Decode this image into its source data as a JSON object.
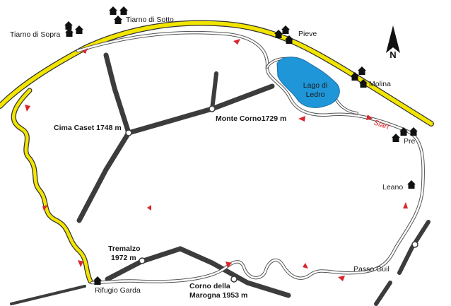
{
  "map": {
    "north_label": "N",
    "start_label": "Start",
    "colors": {
      "main_road": "#f2e500",
      "main_road_edge": "#333333",
      "ridge": "#3c3c3c",
      "route_arrow": "#d9262b",
      "lake": "#1e96d8",
      "house": "#111111",
      "track": "#555555"
    },
    "villages": [
      {
        "id": "tiarno-di-sopra",
        "name": "Tiarno di Sopra"
      },
      {
        "id": "tiarno-di-sotto",
        "name": "Tiarno di Sotto"
      },
      {
        "id": "pieve",
        "name": "Pieve"
      },
      {
        "id": "molina",
        "name": "Molina"
      },
      {
        "id": "pre",
        "name": "Pre"
      },
      {
        "id": "leano",
        "name": "Leano"
      },
      {
        "id": "rifugio-garda",
        "name": "Rifugio Garda"
      }
    ],
    "lake": {
      "line1": "Lago di",
      "line2": "Ledro"
    },
    "peaks": [
      {
        "id": "cima-caset",
        "name": "Cima Caset 1748 m"
      },
      {
        "id": "monte-corno",
        "name": "Monte Corno1729 m"
      },
      {
        "id": "tremalzo",
        "line1": "Tremalzo",
        "line2": "1972 m"
      },
      {
        "id": "corno-della-marogna",
        "line1": "Corno della",
        "line2": "Marogna 1953 m"
      }
    ],
    "passes": [
      {
        "id": "passo-guil",
        "name": "Passo Guil"
      }
    ]
  }
}
